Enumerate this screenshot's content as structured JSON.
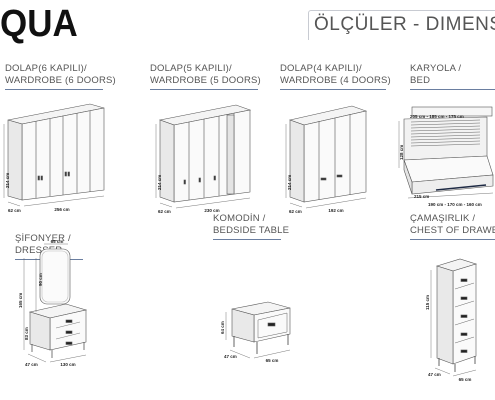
{
  "brand": "QUA",
  "dimensions_title": "ÖLÇÜLER - DIMENSI",
  "products": [
    {
      "id": "wardrobe6",
      "line1": "DOLAP(6 KAPILI)/",
      "line2": "WARDROBE (6 DOORS)",
      "width": "256 cm",
      "height": "214 cm",
      "depth": "62 cm"
    },
    {
      "id": "wardrobe5",
      "line1": "DOLAP(5 KAPILI)/",
      "line2": "WARDROBE (5 DOORS)",
      "width": "230 cm",
      "height": "214 cm",
      "depth": "62 cm"
    },
    {
      "id": "wardrobe4",
      "line1": "DOLAP(4 KAPILI)/",
      "line2": "WARDROBE (4 DOORS)",
      "width": "192 cm",
      "height": "214 cm",
      "depth": "62 cm"
    },
    {
      "id": "bed",
      "line1": "KARYOLA /",
      "line2": "BED",
      "inner_width": "205 cm - 185 cm - 175 cm",
      "width": "190 cm - 170 cm - 160 cm",
      "height": "128 cm",
      "depth": "215 cm"
    },
    {
      "id": "dresser",
      "line1": "ŞİFONYER /",
      "line2": "DRESSER",
      "mirror_width": "65 cm",
      "mirror_height": "90 cm",
      "total_height": "165 cm",
      "body_height": "83 cm",
      "width": "130 cm",
      "depth": "47 cm"
    },
    {
      "id": "bedside",
      "line1": "KOMODİN /",
      "line2": "BEDSIDE TABLE",
      "width": "65 cm",
      "height": "64 cm",
      "depth": "47 cm"
    },
    {
      "id": "chest",
      "line1": "ÇAMAŞIRLIK /",
      "line2": "CHEST OF DRAWERS",
      "width": "65 cm",
      "height": "115 cm",
      "depth": "47 cm"
    }
  ]
}
